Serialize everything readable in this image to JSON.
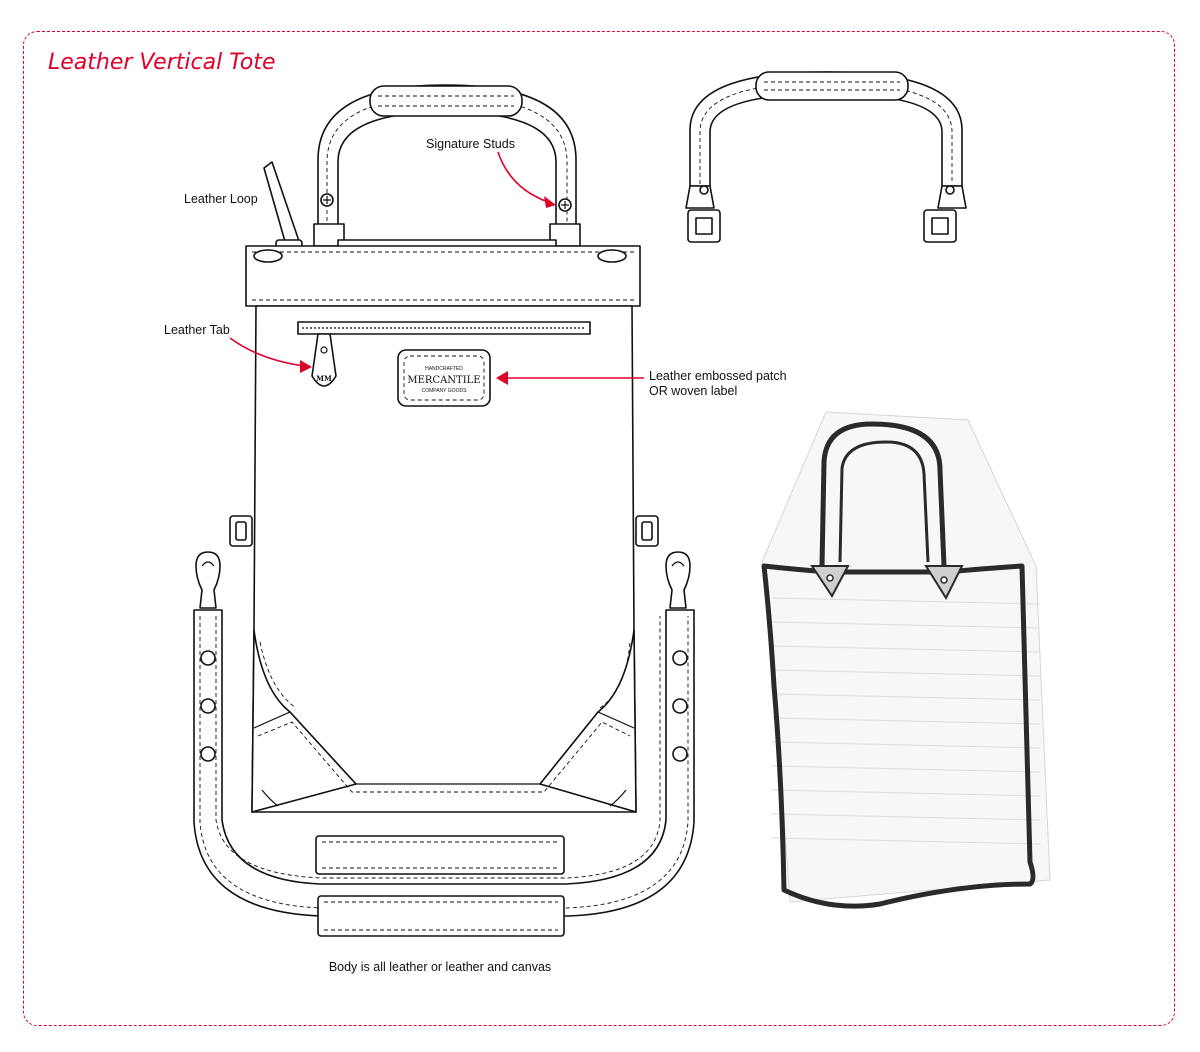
{
  "title": "Leather Vertical Tote",
  "labels": {
    "signature_studs": "Signature Studs",
    "leather_loop": "Leather Loop",
    "leather_tab": "Leather Tab",
    "patch_line1": "Leather embossed patch",
    "patch_line2": "OR woven label",
    "body_note": "Body is all leather or leather and canvas"
  },
  "patch": {
    "brand": "MERCANTILE",
    "top_text": "HANDCRAFTED",
    "bottom_text": "COMPANY GOODS"
  },
  "tab_monogram": "MM",
  "colors": {
    "accent": "#e0002a",
    "line": "#111111"
  }
}
